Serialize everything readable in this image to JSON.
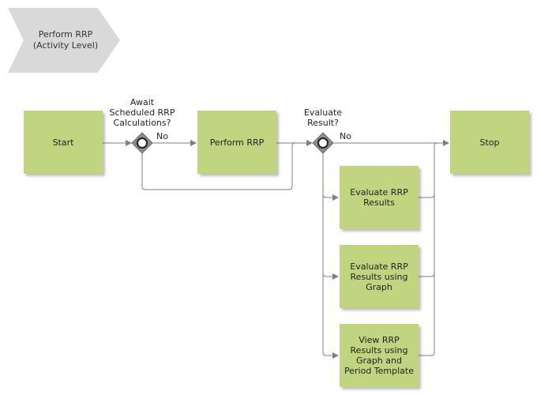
{
  "activity": {
    "title": "Perform RRP\n(Activity Level)"
  },
  "nodes": {
    "start": "Start",
    "perform_rrp": "Perform RRP",
    "stop": "Stop",
    "evaluate_rrp_results": "Evaluate RRP\nResults",
    "evaluate_rrp_results_graph": "Evaluate RRP\nResults using\nGraph",
    "view_rrp_results_template": "View RRP\nResults using\nGraph and\nPeriod Template"
  },
  "gateways": {
    "await": {
      "question": "Await\nScheduled RRP\nCalculations?",
      "branch_label": "No"
    },
    "evaluate": {
      "question": "Evaluate\nResult?",
      "branch_label": "No"
    }
  },
  "colors": {
    "task_fill": "#c1d580",
    "activity_fill": "#d9d9d9",
    "connector": "#7f7f7f",
    "gateway_fill": "#8c8c8c"
  }
}
